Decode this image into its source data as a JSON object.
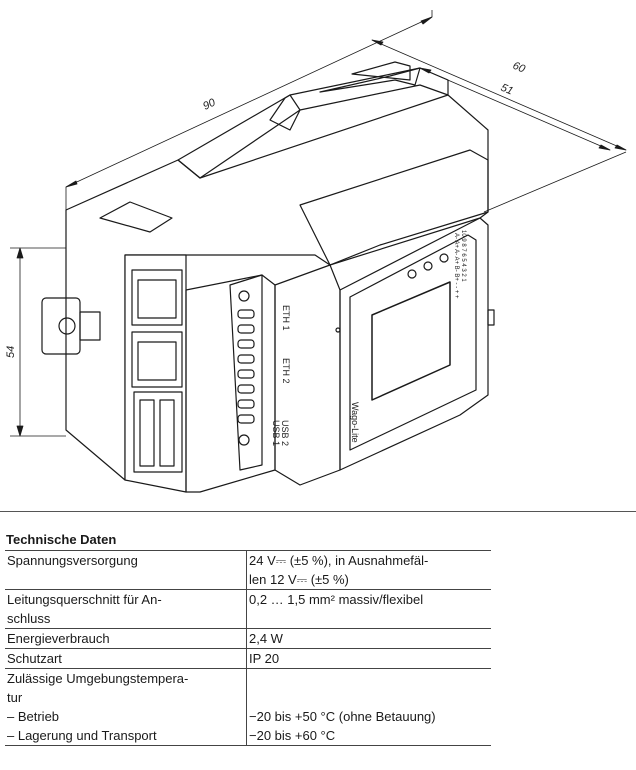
{
  "drawing": {
    "dim_length": "90",
    "dim_width_outer": "60",
    "dim_width_inner": "51",
    "dim_height": "54",
    "port_eth1": "ETH 1",
    "port_eth2": "ETH 2",
    "port_usb2": "USB 2",
    "port_usb1": "USB 1",
    "brand_text": "Wago-Lite",
    "pin_row1": "10 9 8 7 6 5 4 3 2 1",
    "pin_row2": "A- A+ A- A+ B- B+ - - + +"
  },
  "specs": {
    "title": "Technische Daten",
    "rows": [
      {
        "label": [
          "Spannungsversorgung"
        ],
        "value": [
          "24 V⎓ (±5 %), in Ausnahmefäl-",
          "len 12 V⎓ (±5 %)"
        ]
      },
      {
        "label": [
          "Leitungsquerschnitt für An-",
          "schluss"
        ],
        "value": [
          "0,2 … 1,5 mm² massiv/flexibel"
        ]
      },
      {
        "label": [
          "Energieverbrauch"
        ],
        "value": [
          "2,4 W"
        ]
      },
      {
        "label": [
          "Schutzart"
        ],
        "value": [
          "IP 20"
        ]
      },
      {
        "label": [
          "Zulässige Umgebungstempera-",
          "tur",
          "– Betrieb",
          "– Lagerung und Transport"
        ],
        "value": [
          "",
          "",
          "−20 bis +50 °C (ohne Betauung)",
          "−20 bis +60 °C"
        ]
      }
    ]
  }
}
